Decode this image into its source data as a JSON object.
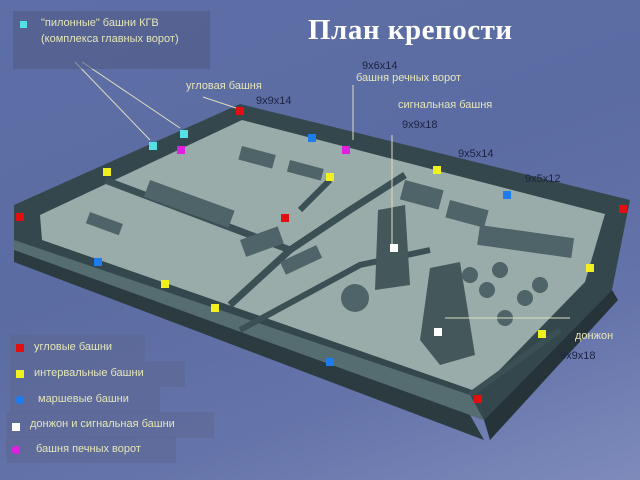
{
  "title": "План крепости",
  "pylon_note": {
    "line1": "\"пилонные\" башни КГВ",
    "line2": "(комплекса главных ворот)"
  },
  "labels": {
    "corner_tower": "угловая башня",
    "corner_tower_dim": "9x9x14",
    "river_gate_dim": "9x6x14",
    "river_gate": "башня речных ворот",
    "signal_tower": "сигнальная башня",
    "signal_tower_dim": "9x9x18",
    "interval_dim": "9x5x14",
    "march_dim": "9x5x12",
    "donjon": "донжон",
    "donjon_dim": "9x9x18"
  },
  "legend": [
    {
      "label": "угловые башни",
      "color": "#e01010"
    },
    {
      "label": "интервальные башни",
      "color": "#f0f020"
    },
    {
      "label": "маршевые башни",
      "color": "#1e7cf0"
    },
    {
      "label": "донжон и сигнальная башни",
      "color": "#ffffff"
    },
    {
      "label": "башня печных ворот",
      "color": "#e020e0"
    }
  ],
  "colors": {
    "pylon": "#55e0e8",
    "wall": "#3d5458",
    "courtyard": "#9fb0ae"
  }
}
